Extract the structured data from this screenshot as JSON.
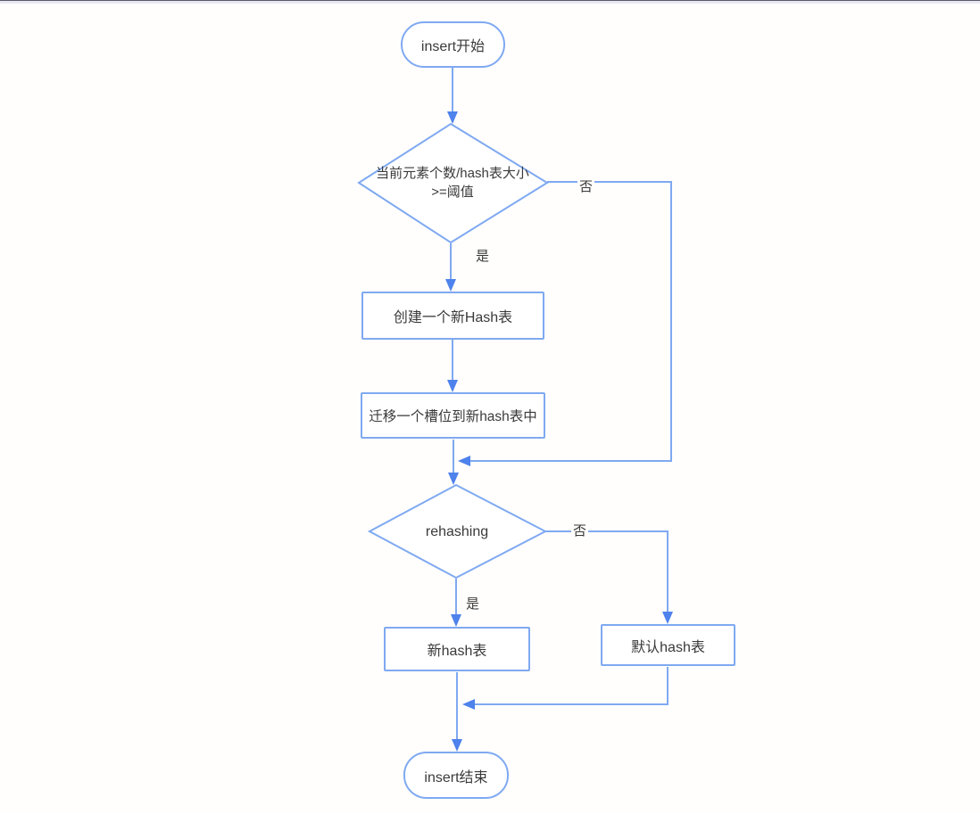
{
  "diagram": {
    "type": "flowchart",
    "topic": "hash table insert / rehashing flow",
    "nodes": {
      "start": {
        "label": "insert开始",
        "shape": "terminator"
      },
      "decision_ratio": {
        "label_line1": "当前元素个数/hash表大小",
        "label_line2": ">=阈值",
        "shape": "decision"
      },
      "create_hash": {
        "label": "创建一个新Hash表",
        "shape": "process"
      },
      "migrate_slot": {
        "label": "迁移一个槽位到新hash表中",
        "shape": "process"
      },
      "decision_rehashing": {
        "label": "rehashing",
        "shape": "decision"
      },
      "new_hash": {
        "label": "新hash表",
        "shape": "process"
      },
      "default_hash": {
        "label": "默认hash表",
        "shape": "process"
      },
      "end": {
        "label": "insert结束",
        "shape": "terminator"
      }
    },
    "edge_labels": {
      "ratio_no": "否",
      "ratio_yes": "是",
      "rehash_no": "否",
      "rehash_yes": "是"
    },
    "colors": {
      "stroke": "#7fa9f1",
      "arrow_fill": "#4e82ec",
      "node_fill": "#ffffff",
      "text": "#3a3a3a",
      "background": "#fffefd",
      "top_strip": "#e7e7f1"
    }
  }
}
